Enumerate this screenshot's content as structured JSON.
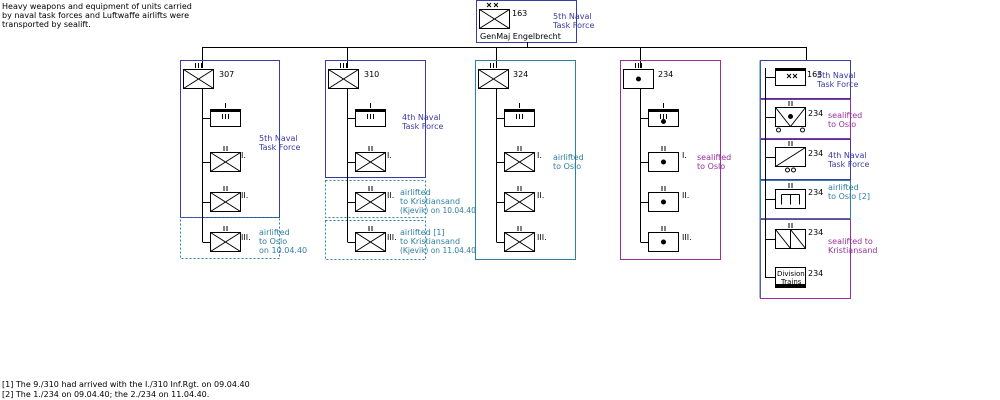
{
  "note_top": [
    "Heavy weapons and equipment of units carried",
    "by naval task forces and Luftwaffe airlifts were",
    "transported by sealift."
  ],
  "hq": {
    "number": "163",
    "commander": "GenMaj  Engelbrecht",
    "task": [
      "5th Naval",
      "Task Force"
    ]
  },
  "regiments": [
    {
      "number": "307",
      "task": [
        "5th Naval",
        "Task Force"
      ],
      "airlift": [
        "airlifted",
        "to Oslo",
        "on 10.04.40"
      ],
      "bn": [
        "I.",
        "II.",
        "III."
      ]
    },
    {
      "number": "310",
      "task": [
        "4th Naval",
        "Task Force"
      ],
      "airlift2": [
        "airlifted",
        "to Kristiansand",
        "(Kjevik) on 10.04.40"
      ],
      "airlift3": [
        "airlifted  [1]",
        "to Kristiansand",
        "(Kjevik) on 11.04.40"
      ],
      "bn": [
        "I.",
        "II.",
        "III."
      ]
    },
    {
      "number": "324",
      "task": [
        "airlifted",
        "to Oslo"
      ],
      "bn": [
        "I.",
        "II.",
        "III."
      ]
    },
    {
      "number": "234",
      "task": [
        "sealifted",
        "to Oslo"
      ],
      "bn": [
        "I.",
        "II.",
        "III."
      ]
    }
  ],
  "divunits": [
    {
      "number": "163",
      "text": [
        "5th Naval",
        "Task Force"
      ]
    },
    {
      "number": "234",
      "text": [
        "sealifted",
        "to Oslo"
      ]
    },
    {
      "number": "234",
      "text": [
        "4th Naval",
        "Task Force"
      ]
    },
    {
      "number": "234",
      "text": [
        "airlifted",
        "to Oslo [2]"
      ]
    },
    {
      "number": "234",
      "text": [
        "sealifted  to",
        "Kristiansand"
      ]
    },
    {
      "number": "234",
      "label": [
        "Division",
        "Trains"
      ]
    }
  ],
  "footnotes": [
    "[1] The 9./310 had arrived with the I./310 Inf.Rgt. on 09.04.40",
    "[2] The 1./234 on 09.04.40; the 2./234 on 11.04.40."
  ],
  "colors": {
    "blue": "#3a3aa8",
    "teal": "#2f7f9f",
    "purple": "#9a2f9a"
  }
}
